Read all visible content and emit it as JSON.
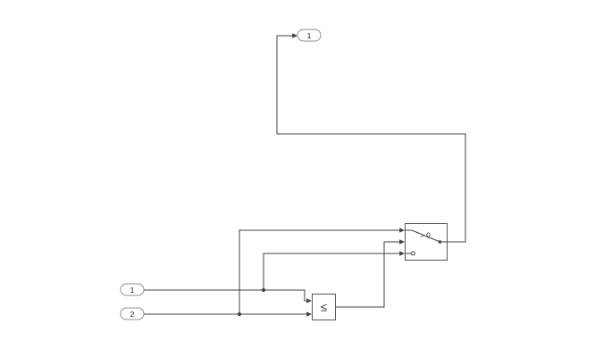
{
  "diagram": {
    "background_color": "#ffffff",
    "wire_color": "#424242",
    "blocks": {
      "inport1": {
        "label": "1"
      },
      "inport2": {
        "label": "2"
      },
      "outport1": {
        "label": "1"
      },
      "relational_operator": {
        "label": "≤"
      },
      "switch": {
        "criteria_label": "> 0"
      }
    }
  }
}
